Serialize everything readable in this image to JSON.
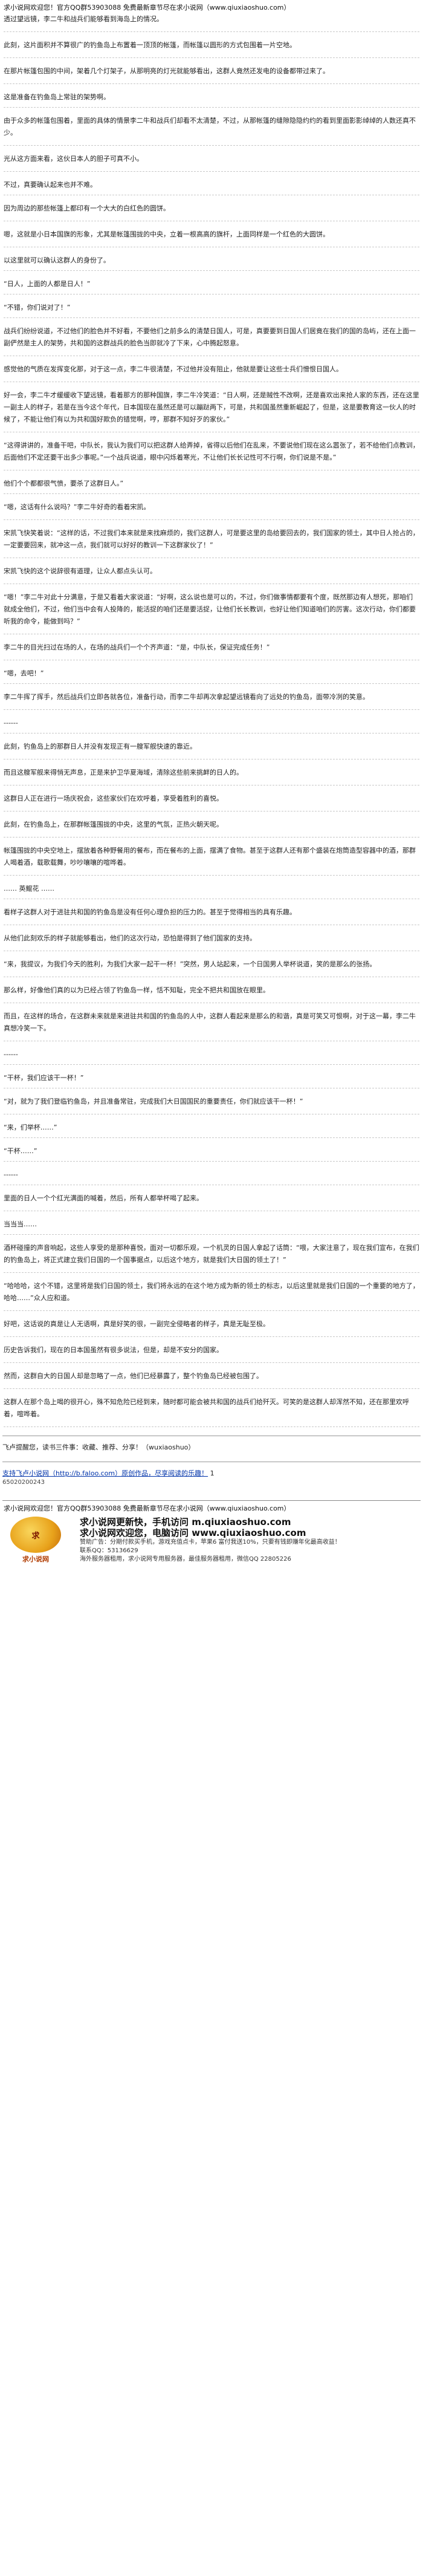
{
  "header": {
    "welcome": "求小说网欢迎您！官方QQ群53903088 免费最新章节尽在求小说网（www.qiuxiaoshuo.com）"
  },
  "paragraphs": [
    "透过望远镜，李二牛和战兵们能够看到海岛上的情况。",
    "此刻，这片面积并不算很广的钓鱼岛上布置着一顶顶的帐篷，而帐篷以圆形的方式包围着一片空地。",
    "在那片帐篷包围的中间，架着几个灯架子，从那明亮的灯光就能够看出，这群人竟然还发电的设备都带过来了。",
    "这是准备在钓鱼岛上常驻的架势啊。",
    "由于众多的帐篷包围着，里面的具体的情景李二牛和战兵们却看不太清楚，不过，从那帐篷的缝隙隐隐约约的看到里面影影绰绰的人数还真不少。",
    "光从这方面来看，这伙日本人的胆子可真不小。",
    "不过，真要确认起来也并不难。",
    "因为周边的那些帐篷上都印有一个大大的白红色的圆饼。",
    "嗯，这就是小日本国旗的形象，尤其是帐篷围拢的中央，立着一根高高的旗杆，上面同样是一个红色的大圆饼。",
    "以这里就可以确认这群人的身份了。",
    "“日人，上面的人都是日人！”",
    "“不错，你们说对了！”",
    "战兵们纷纷说道，不过他们的脸色并不好看，不要他们之前多么的清楚日国人，可是，真要要到日国人们居竟在我们的国的岛屿，还在上面一副俨然是主人的架势，共和国的这群战兵的脸色当即就冷了下来，心中腾起怒意。",
    "感觉他的气质在发挥变化那，对于这一点，李二牛很清楚，不过他并没有阻止，他就是要让这些士兵们憎恨日国人。",
    "好一会，李二牛才缓缓收下望远镜，看着那方的那种国旗，李二牛冷笑道：“日人啊，还是贼性不改啊，还是喜欢出来抢人家的东西，还在这里一副主人的样子，若是在当今这个年代，日本国现在虽然还是可以蹦跶两下，可是，共和国虽然重新崛起了，但是，这是要教育这一伙人的时候了，不能让他们有以为共和国好欺负的错觉啊，哼，那群不知好歹的家伙。”",
    "“这得讲讲的，准备干吧，中队长，我认为我们可以把这群人给弄掉，省得以后他们在乱来，不要说他们现在这么嚣张了，若不给他们点教训，后面他们不定还要干出多少事呢。”一个战兵说道，眼中闪烁着寒光，不让他们长长记性可不行啊，你们说是不是。”",
    "他们个个都都很气愤，要杀了这群日人。”",
    "“嗯，这话有什么说吗？”李二牛好奇的看着宋凯。",
    "宋凯飞快笑着说：“这样的话，不过我们本来就是来找麻烦的，我们这群人，可是要这里的岛给要回去的，我们国家的领土，其中日人抢占的，一定要要回来，就冲这一点，我们就可以好好的教训一下这群家伙了！”",
    "宋凯飞快的这个说辞很有道理，让众人都点头认可。",
    "“嗯！”李二牛对此十分满意，于是又看着大家说道：“好啊，这么说也是可以的，不过，你们做事情都要有个度，既然那边有人想死，那咱们就成全他们，不过，他们当中会有人投降的，能活捉的咱们还是要活捉，让他们长长教训，也好让他们知道咱们的厉害。这次行动，你们都要听我的命令，能做到吗？”",
    "李二牛的目光扫过在场的人，在场的战兵们一个个齐声道：“是，中队长，保证完成任务！”",
    "“嗯，去吧！”",
    "李二牛挥了挥手，然后战兵们立即各就各位，准备行动，而李二牛却再次拿起望远镜看向了远处的钓鱼岛，面带冷冽的笑意。",
    "------",
    "此刻，钓鱼岛上的那群日人并没有发现正有一艘军舰快速的靠近。",
    "而且这艘军舰来得悄无声息，正是来护卫华夏海域，清除这些前来挑衅的日人的。",
    "这群日人正在进行一场庆祝会，这些家伙们在欢呼着，享受着胜利的喜悦。",
    "此刻，在钓鱼岛上，在那群帐篷围拢的中央，这里的气氛，正热火朝天呢。",
    "帐篷围拢的中央空地上，摆放着各种野餐用的餐布，而在餐布的上面，摆满了食物。甚至于这群人还有那个盛装在炮筒造型容器中的酒，那群人喝着酒，载歌载舞，吵吵嚷嚷的喧哗着。",
    "…… 英鲲花 ……",
    "看样子这群人对于进驻共和国的钓鱼岛是没有任何心理负担的压力的。甚至于觉得相当的具有乐趣。",
    "从他们此刻欢乐的样子就能够看出，他们的这次行动，恐怕是得到了他们国家的支持。",
    "“来，我提议，为我们今天的胜利，为我们大家一起干一杯！”突然，男人站起来，一个日国男人举杯说道，笑的是那么的张扬。",
    "那么样，好像他们真的以为已经占领了钓鱼岛一样，恬不知耻，完全不把共和国放在眼里。",
    "而且，在这样的场合，在这群未来就是来进驻共和国的钓鱼岛的人中，这群人看起来是那么的和谐，真是可笑又可恨啊，对于这一幕，李二牛真想冷笑一下。",
    "------",
    "“干杯，我们应该干一杯！”",
    "“对，就为了我们登临钓鱼岛，并且准备常驻，完成我们大日国国民的重要责任，你们就应该干一杯！”",
    "“来，们举杯……”",
    "“干杯……”",
    "------",
    "里面的日人一个个红光满面的喊着，然后，所有人都举杯喝了起来。",
    "当当当……",
    "酒杯碰撞的声音响起，这些人享受的是那种喜悦，面对一切都乐观，一个机灵的日国人拿起了话筒：“喂，大家注意了，现在我们宣布，在我们的钓鱼岛上，将正式建立我们日国的一个国事据点，以后这个地方，就是我们大日国的领土了！”",
    "“哈哈哈，这个不错，这里将是我们日国的领土，我们将永远的在这个地方成为新的领土的标志，以后这里就是我们日国的一个重要的地方了，哈哈……”众人应和道。",
    "好吧，这话说的真是让人无语啊，真是好笑的很，一副完全侵略者的样子，真是无耻至极。",
    "历史告诉我们，现在的日本国虽然有很多说法，但是，却是不安分的国家。",
    "然而，这群自大的日国人却是忽略了一点，他们已经暴露了，整个钓鱼岛已经被包围了。",
    "这群人在那个岛上喝的很开心，殊不知危险已经到来，随时都可能会被共和国的战兵们给歼灭。可笑的是这群人却浑然不知，还在那里欢呼着，喧哗着。"
  ],
  "footer": {
    "cta": "飞卢提醒您，读书三件事：收藏、推荐、分享！（wuxiaoshuo）",
    "support_text": "支持飞卢小说网（http://b.faloo.com）原创作品，尽享阅读的乐趣！",
    "support_link": "1",
    "id_code": "65020200243"
  },
  "bottom": {
    "welcome": "求小说网欢迎您！官方QQ群53903088 免费最新章节尽在求小说网（www.qiuxiaoshuo.com）",
    "logo_mark": "求",
    "logo_text": "求小说网",
    "line1": "求小说网更新快，手机访问 m.qiuxiaoshuo.com",
    "line2": "求小说网欢迎您，电脑访问 www.qiuxiaoshuo.com",
    "line3": "赞助广告：分期付款买手机，游戏充值点卡，苹果6 富付我送10%，只要有钱即赚年化最高收益！",
    "line4": "联系QQ：53136629",
    "line5": "海外服务器租用，求小说网专用服务器，最佳服务器租用，微信QQ 22805226"
  }
}
